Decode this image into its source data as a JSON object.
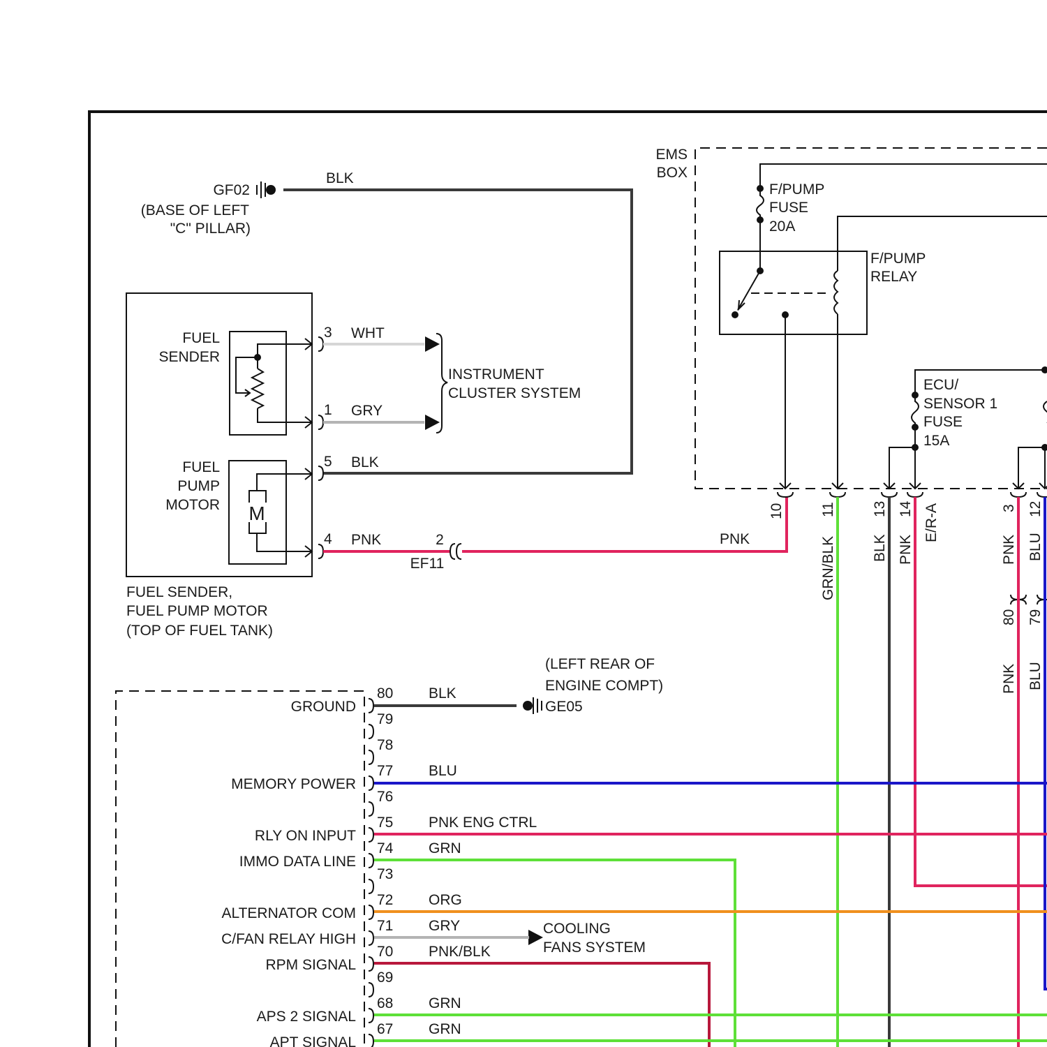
{
  "ground_gf02": {
    "id": "GF02",
    "location_line1": "(BASE OF LEFT",
    "location_line2": "\"C\" PILLAR)",
    "wire": "BLK"
  },
  "ems_box": {
    "label_line1": "EMS",
    "label_line2": "BOX",
    "fpump_fuse": [
      "F/PUMP",
      "FUSE",
      "20A"
    ],
    "fpump_relay": [
      "F/PUMP",
      "RELAY"
    ],
    "ecu_fuse": [
      "ECU/",
      "SENSOR 1",
      "FUSE",
      "15A"
    ],
    "pins": [
      {
        "pin": "10",
        "wire": "PNK"
      },
      {
        "pin": "11",
        "wire": "GRN/BLK"
      },
      {
        "pin": "13",
        "wire": "BLK"
      },
      {
        "pin": "14",
        "wire": "PNK"
      },
      {
        "pin": "",
        "wire": "E/R-A"
      },
      {
        "pin": "3",
        "wire": "PNK"
      },
      {
        "pin": "12",
        "wire": "BLU"
      }
    ]
  },
  "fuel_unit": {
    "sender_label": [
      "FUEL",
      "SENDER"
    ],
    "pump_label": [
      "FUEL",
      "PUMP",
      "MOTOR"
    ],
    "motor_symbol": "M",
    "caption": [
      "FUEL SENDER,",
      "FUEL PUMP MOTOR",
      "(TOP OF FUEL TANK)"
    ],
    "pins": [
      {
        "pin": "3",
        "wire": "WHT"
      },
      {
        "pin": "1",
        "wire": "GRY"
      },
      {
        "pin": "5",
        "wire": "BLK"
      },
      {
        "pin": "4",
        "wire": "PNK"
      }
    ]
  },
  "instrument_cluster": [
    "INSTRUMENT",
    "CLUSTER SYSTEM"
  ],
  "connector_ef11": {
    "id": "EF11",
    "pin": "2",
    "wire_after": "PNK"
  },
  "inline_connector": {
    "pin_left": "80",
    "pin_right": "79",
    "wire_left": "PNK",
    "wire_right": "BLU"
  },
  "ground_ge05": {
    "id": "GE05",
    "location_line1": "(LEFT REAR OF",
    "location_line2": "ENGINE COMPT)"
  },
  "cooling_fans": [
    "COOLING",
    "FANS SYSTEM"
  ],
  "ecm_pins": [
    {
      "pin": "80",
      "function": "GROUND",
      "wire": "BLK"
    },
    {
      "pin": "79",
      "function": "",
      "wire": ""
    },
    {
      "pin": "78",
      "function": "",
      "wire": ""
    },
    {
      "pin": "77",
      "function": "MEMORY POWER",
      "wire": "BLU"
    },
    {
      "pin": "76",
      "function": "",
      "wire": ""
    },
    {
      "pin": "75",
      "function": "RLY ON INPUT",
      "wire": "PNK ENG CTRL"
    },
    {
      "pin": "74",
      "function": "IMMO DATA LINE",
      "wire": "GRN"
    },
    {
      "pin": "73",
      "function": "",
      "wire": ""
    },
    {
      "pin": "72",
      "function": "ALTERNATOR COM",
      "wire": "ORG"
    },
    {
      "pin": "71",
      "function": "C/FAN RELAY HIGH",
      "wire": "GRY"
    },
    {
      "pin": "70",
      "function": "RPM SIGNAL",
      "wire": "PNK/BLK"
    },
    {
      "pin": "69",
      "function": "",
      "wire": ""
    },
    {
      "pin": "68",
      "function": "APS 2 SIGNAL",
      "wire": "GRN"
    },
    {
      "pin": "67",
      "function": "APT SIGNAL",
      "wire": "GRN"
    }
  ],
  "colors": {
    "BLK": "#3a3a3a",
    "WHT": "#d6d6d6",
    "GRY": "#b4b4b4",
    "PNK": "#e0245e",
    "GRN": "#5ee038",
    "BLU": "#1a16c8",
    "ORG": "#f0901e",
    "PNK_BLK": "#b8183c",
    "frame": "#111111"
  }
}
